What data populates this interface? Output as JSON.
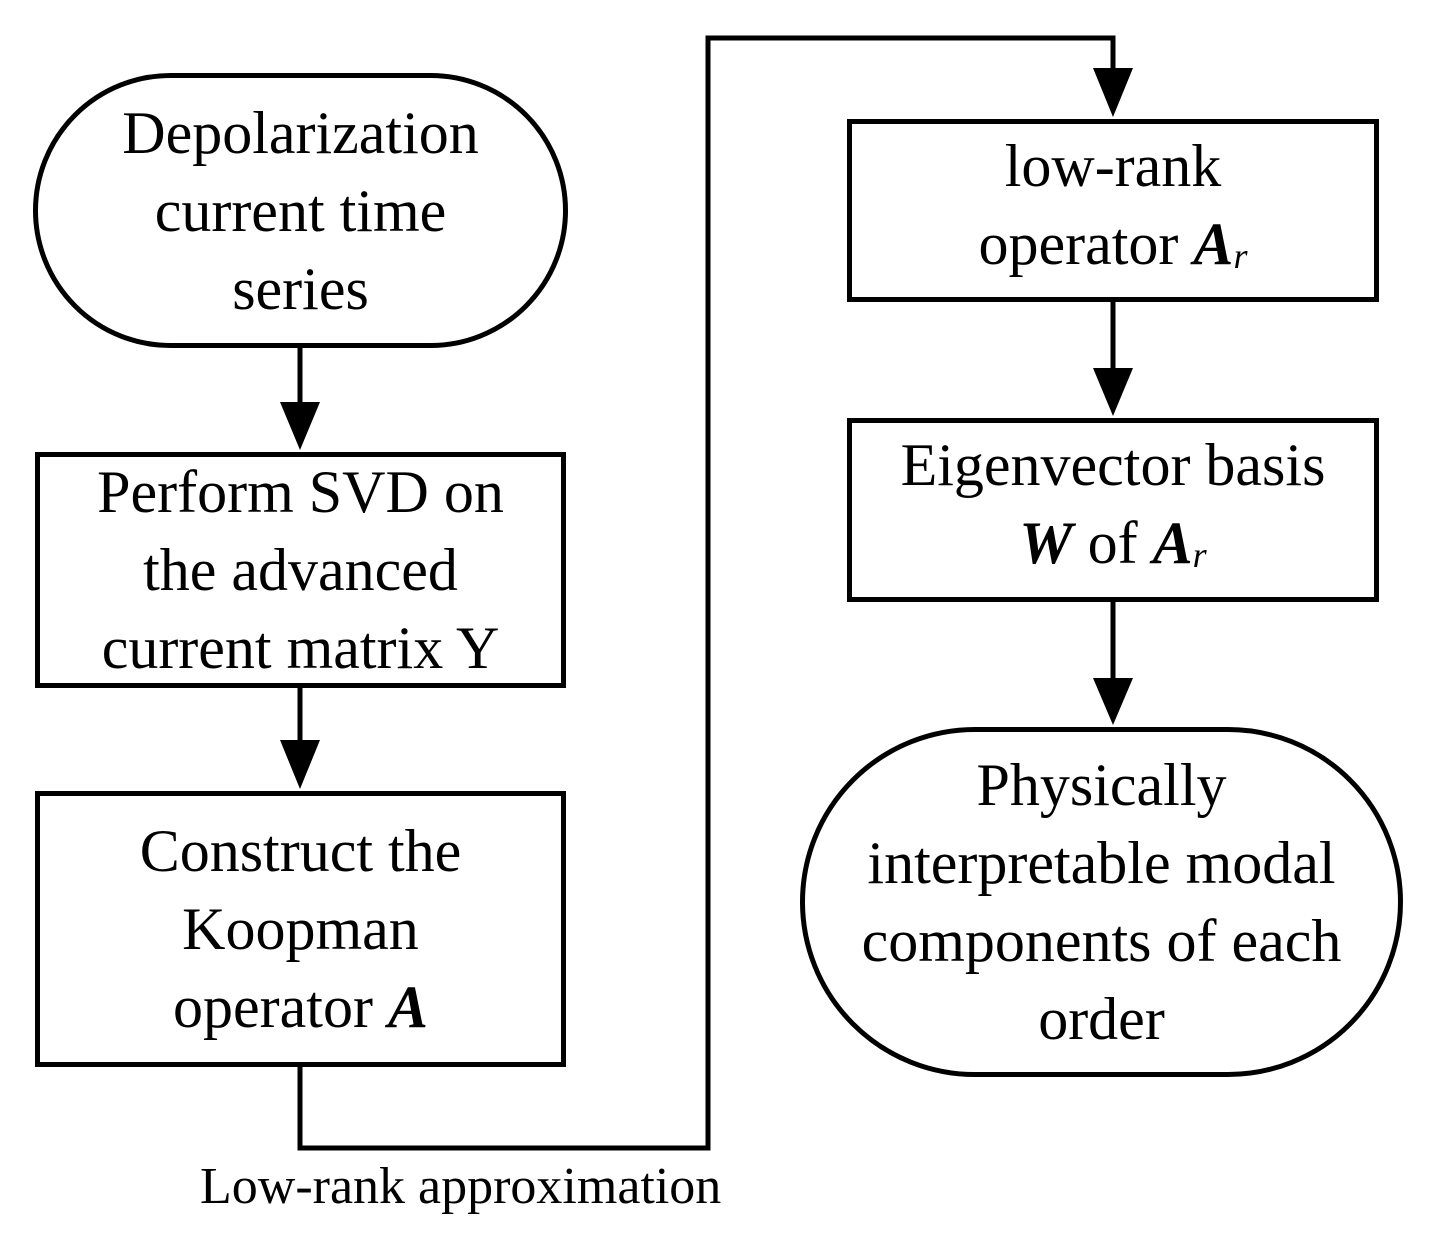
{
  "nodes": [
    {
      "id": "n1",
      "shape": "terminal",
      "lines": [
        "Depolarization",
        "current time",
        "series"
      ]
    },
    {
      "id": "n2",
      "shape": "process",
      "lines": [
        "Perform SVD on",
        "the advanced",
        "current matrix Y"
      ]
    },
    {
      "id": "n3",
      "shape": "process",
      "line1": "Construct the",
      "line2": "Koopman",
      "line3_text": "operator ",
      "line3_math": "A"
    },
    {
      "id": "n4",
      "shape": "process",
      "line1": "low-rank",
      "line2_text": "operator ",
      "line2_math": "A",
      "line2_sub": "r"
    },
    {
      "id": "n5",
      "shape": "process",
      "line1": "Eigenvector basis",
      "line2_math1": "W",
      "line2_text": " of ",
      "line2_math2": "A",
      "line2_sub": "r"
    },
    {
      "id": "n6",
      "shape": "terminal",
      "lines": [
        "Physically",
        "interpretable modal",
        "components of each",
        "order"
      ]
    }
  ],
  "edges": [
    {
      "from": "n1",
      "to": "n2"
    },
    {
      "from": "n2",
      "to": "n3"
    },
    {
      "from": "n3",
      "to": "n4",
      "label": "Low-rank approximation"
    },
    {
      "from": "n4",
      "to": "n5"
    },
    {
      "from": "n5",
      "to": "n6"
    }
  ],
  "colors": {
    "stroke": "#000000",
    "fill": "#ffffff"
  }
}
